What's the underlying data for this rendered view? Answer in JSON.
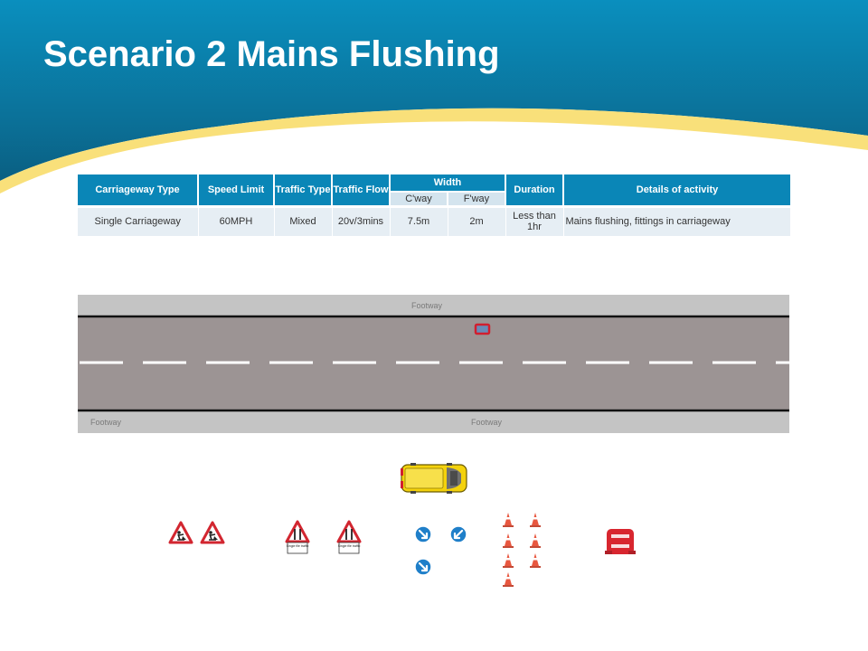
{
  "title": "Scenario 2 Mains Flushing",
  "colors": {
    "header_blue": "#0a86b7",
    "accent_yellow": "#f9e07a",
    "road": "#9c9494",
    "footway": "#c4c4c4"
  },
  "table": {
    "headers": {
      "carriageway_type": "Carriageway Type",
      "speed_limit": "Speed Limit",
      "traffic_type": "Traffic Type",
      "traffic_flow": "Traffic Flow",
      "width": "Width",
      "cway": "C'way",
      "fway": "F'way",
      "duration": "Duration",
      "details": "Details of activity"
    },
    "row": {
      "carriageway_type": "Single Carriageway",
      "speed_limit": "60MPH",
      "traffic_type": "Mixed",
      "traffic_flow": "20v/3mins",
      "cway": "7.5m",
      "fway": "2m",
      "duration": "Less than 1hr",
      "details": "Mains flushing, fittings in carriageway"
    }
  },
  "road": {
    "footway_top": "Footway",
    "footway_bottom_left": "Footway",
    "footway_bottom_right": "Footway"
  },
  "signs": {
    "single_file_label_1": "Single file traffic",
    "single_file_label_2": "Single file traffic"
  },
  "icons": [
    "road-works-sign-icon",
    "road-narrows-sign-icon",
    "keep-left-sign-icon",
    "keep-right-sign-icon",
    "traffic-cone-icon",
    "barrier-icon",
    "van-icon",
    "excavation-icon"
  ]
}
